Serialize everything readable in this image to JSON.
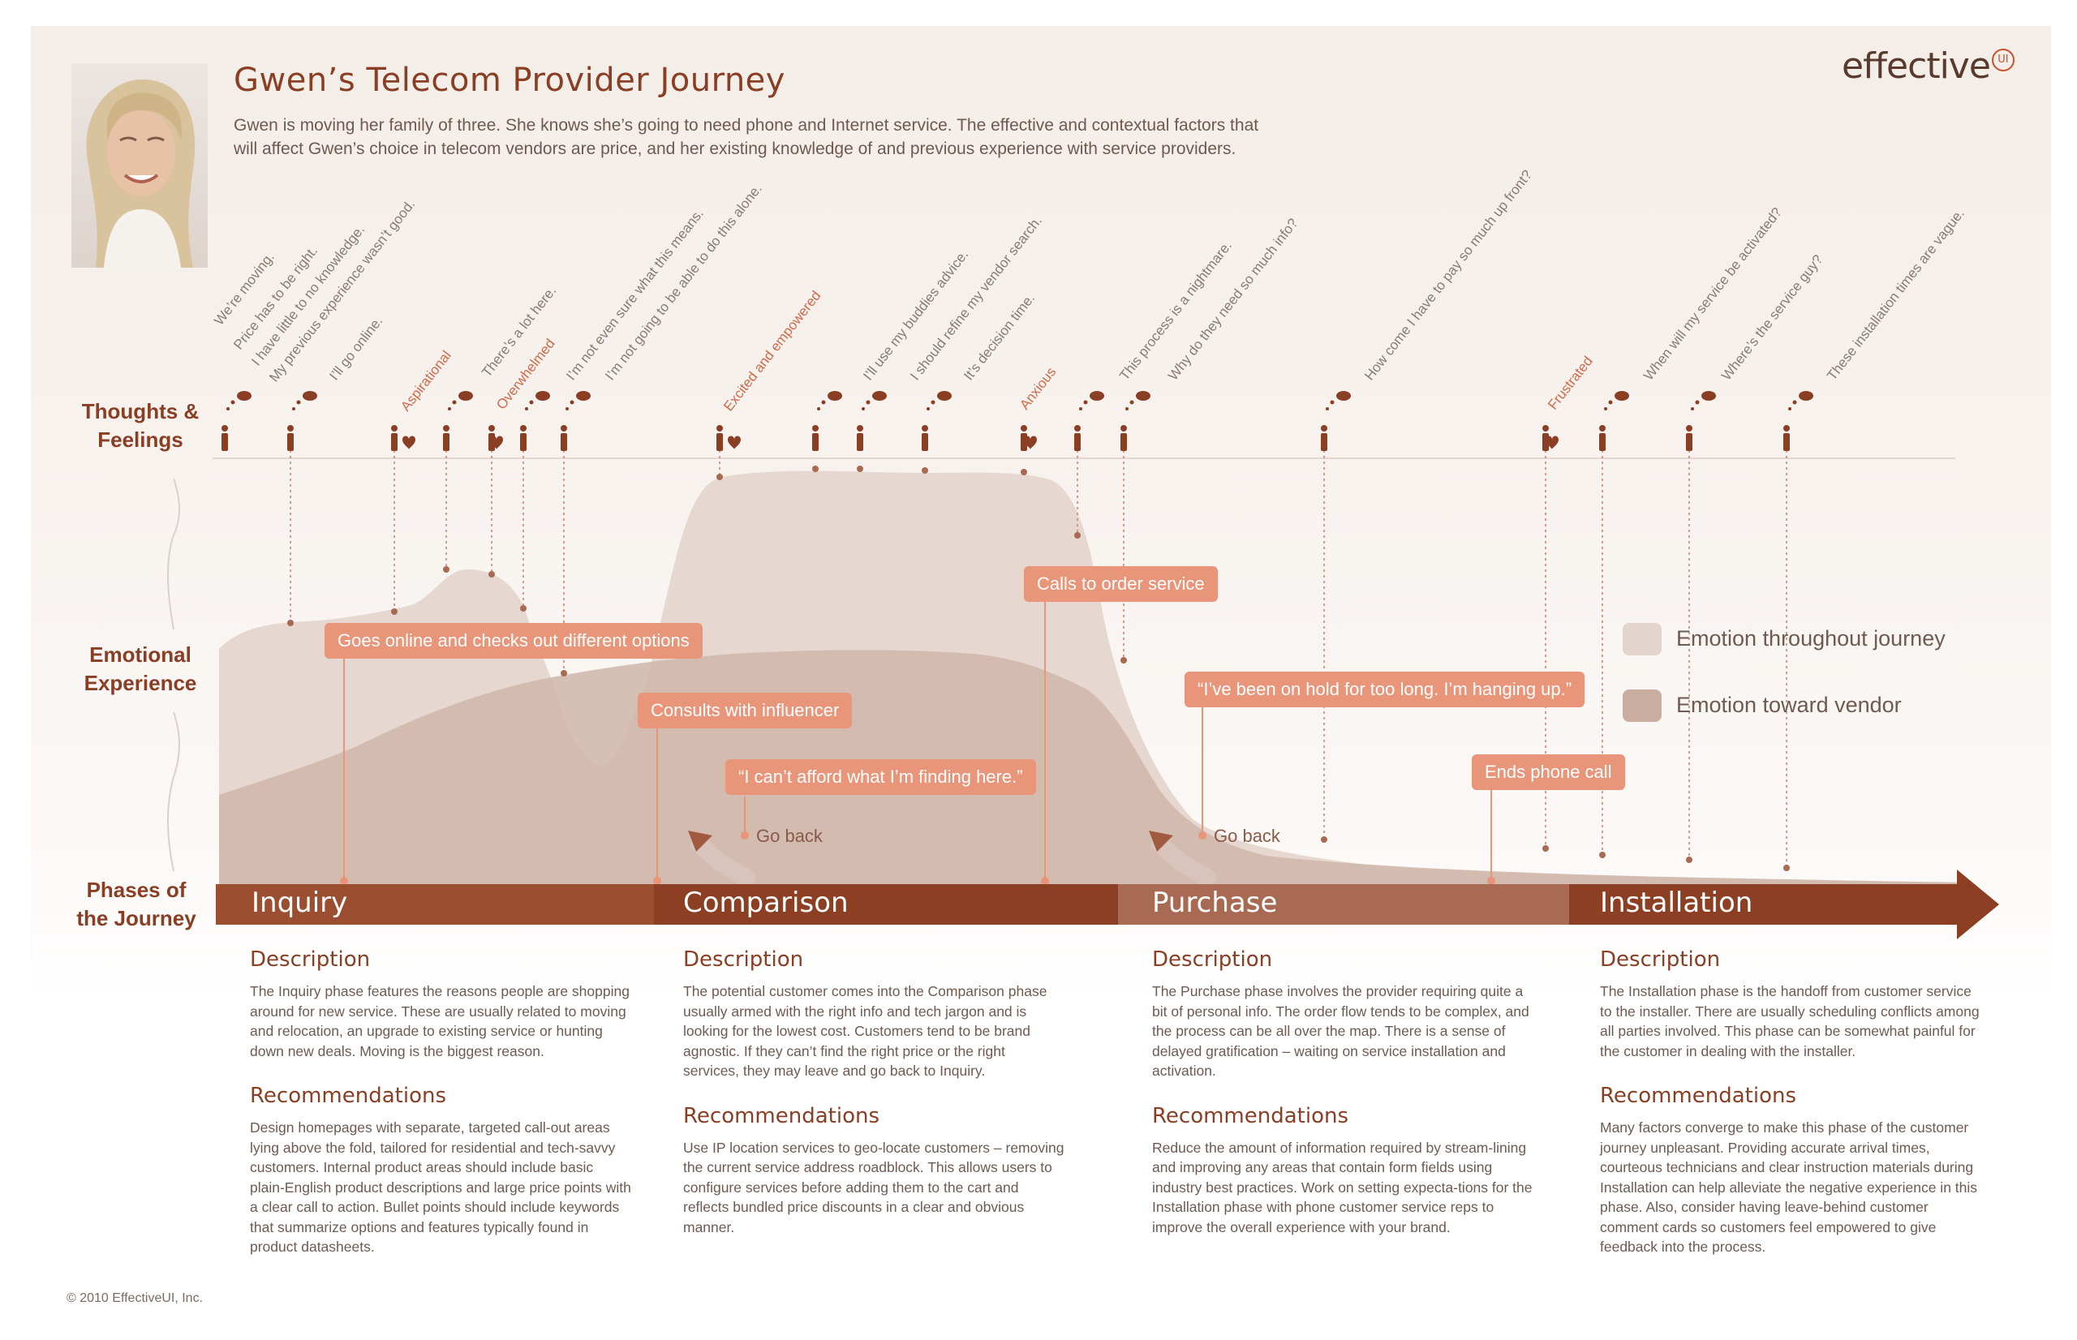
{
  "header": {
    "title": "Gwen’s Telecom Provider Journey",
    "intro": "Gwen is moving her family of three. She knows she’s going to need phone and Internet service. The effective and contextual factors that will affect Gwen’s choice in telecom vendors are price, and her existing knowledge of and previous experience with service providers.",
    "logo": "effective",
    "logo_badge": "UI"
  },
  "row_labels": {
    "thoughts": "Thoughts & Feelings",
    "emotion": "Emotional Experience",
    "phases": "Phases of the Journey"
  },
  "thoughts": [
    "We’re moving.",
    "Price has to be right.",
    "I have little to no knowledge.",
    "My previous experience wasn’t good.",
    "I’ll go online.",
    "There’s a lot here.",
    "I’m not even sure what this means.",
    "I’m not going to be able to do this alone.",
    "I’ll use my buddies advice.",
    "I should refine my vendor search.",
    "It’s decision time.",
    "This process is a nightmare.",
    "Why do they need so much info?",
    "How come I have to pay so much up front?",
    "When will my service be activated?",
    "Where’s the service guy?",
    "These installation times are vague."
  ],
  "feelings": [
    "Aspirational",
    "Overwhelmed",
    "Excited and empowered",
    "Anxious",
    "Frustrated"
  ],
  "callouts": {
    "goes_online": "Goes online and checks out different options",
    "consults": "Consults with influencer",
    "cant_afford": "“I can’t afford what I’m finding here.”",
    "calls_order": "Calls to order service",
    "on_hold": "“I’ve been on hold for too long. I’m hanging up.”",
    "ends_call": "Ends phone call",
    "go_back": "Go back"
  },
  "legend": [
    {
      "label": "Emotion throughout journey",
      "color": "#e3d5cd"
    },
    {
      "label": "Emotion toward vendor",
      "color": "#c9ada0"
    }
  ],
  "phases": [
    {
      "name": "Inquiry",
      "color": "#9c4f30",
      "description_heading": "Description",
      "description": "The Inquiry phase features the reasons people are shopping around for new service. These are usually related to moving and relocation, an upgrade to existing service or hunting down new deals. Moving is the biggest reason.",
      "recommendations_heading": "Recommendations",
      "recommendations": "Design homepages with separate, targeted call-out areas lying above the fold, tailored for residential and tech-savvy customers. Internal product areas should include basic plain-English product descriptions and large price points with a clear call to action. Bullet points should include keywords that summarize options and features typically found in product datasheets."
    },
    {
      "name": "Comparison",
      "color": "#8c3f22",
      "description_heading": "Description",
      "description": "The potential customer comes into the Comparison phase usually armed with the right info and tech jargon and is looking for the lowest cost. Customers tend to be brand agnostic. If they can’t find the right price or the right services, they may leave and go back to Inquiry.",
      "recommendations_heading": "Recommendations",
      "recommendations": "Use IP location services to geo-locate customers – removing the current service address roadblock. This allows users to configure services before adding them to the cart and reflects bundled price discounts in a clear and obvious manner."
    },
    {
      "name": "Purchase",
      "color": "#a86a52",
      "description_heading": "Description",
      "description": "The Purchase phase involves the provider requiring quite a bit of personal info. The order flow tends to be complex, and the process can be all over the map. There is a sense of delayed gratification – waiting on service installation and activation.",
      "recommendations_heading": "Recommendations",
      "recommendations": "Reduce the amount of information required by stream-lining and improving any areas that contain form fields using industry best practices. Work on setting expecta-tions for the Installation phase with phone customer service reps to improve the overall experience with your brand."
    },
    {
      "name": "Installation",
      "color": "#8c3f22",
      "description_heading": "Description",
      "description": "The Installation phase is the handoff from customer service to the installer. There are usually scheduling conflicts among all parties involved. This phase can be somewhat painful for the customer in dealing with the installer.",
      "recommendations_heading": "Recommendations",
      "recommendations": "Many factors converge to make this phase of the customer journey unpleasant. Providing accurate arrival times, courteous technicians and clear instruction materials during Installation can help alleviate the negative experience in this phase. Also, consider having leave-behind customer comment cards so customers feel empowered to give feedback into the process."
    }
  ],
  "copyright": "© 2010 EffectiveUI, Inc."
}
